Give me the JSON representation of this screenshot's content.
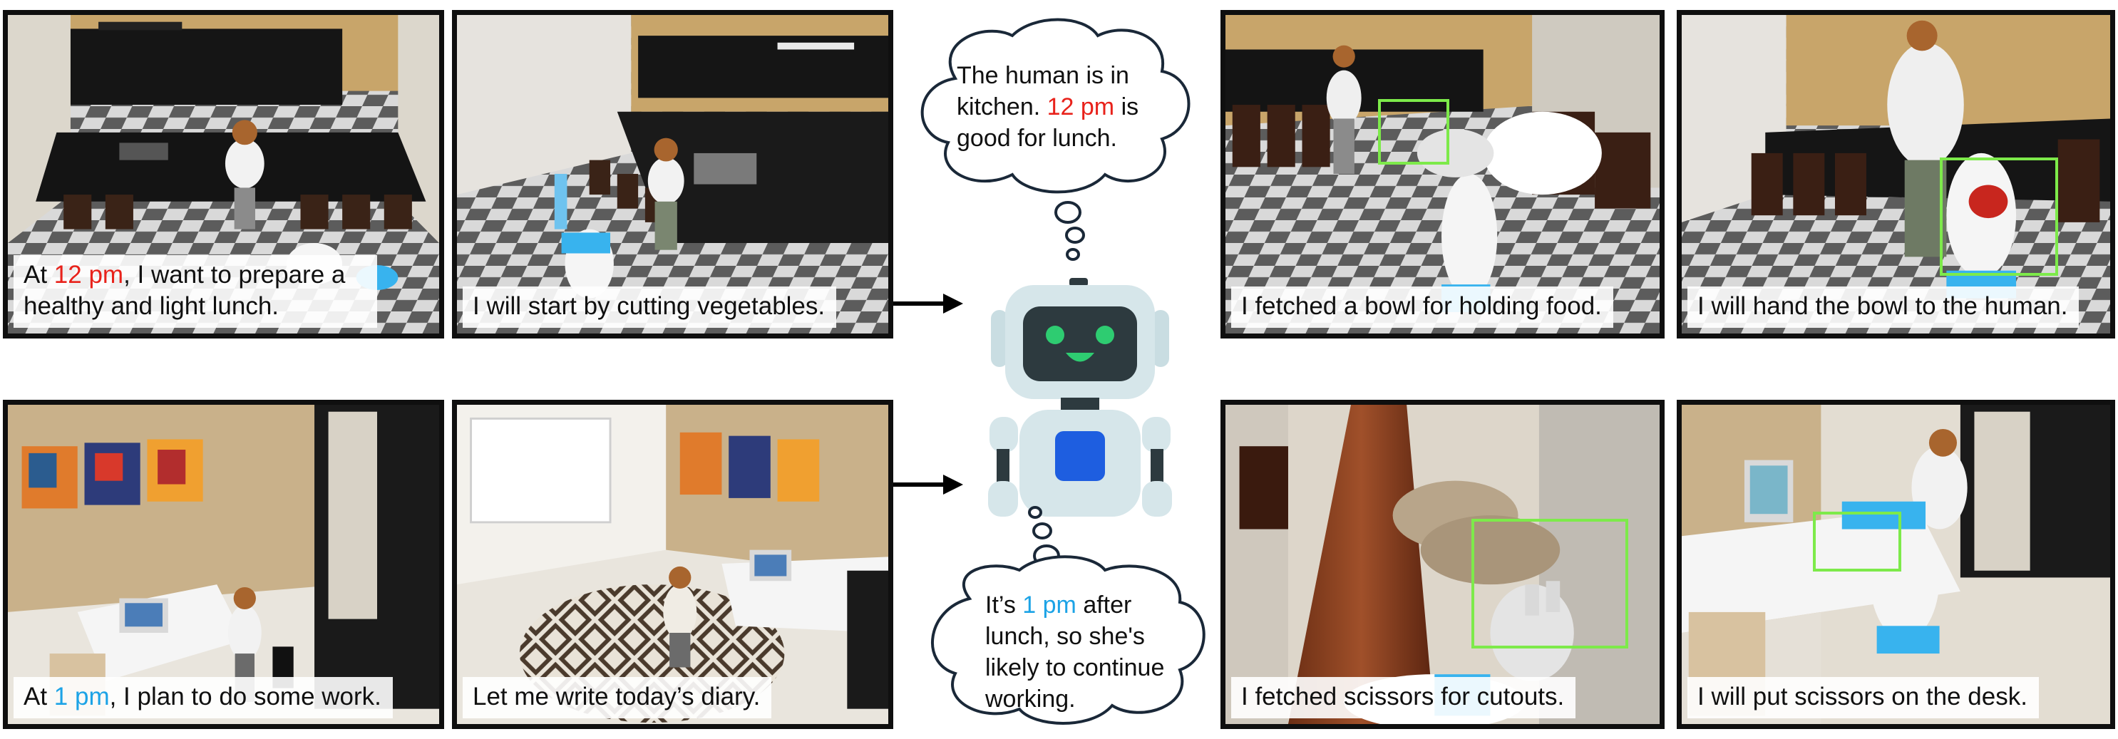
{
  "panels": {
    "p1": {
      "parts": [
        "At ",
        "12 pm",
        ", I want to prepare a",
        "healthy and light lunch."
      ]
    },
    "p2": {
      "caption": "I will start by cutting vegetables."
    },
    "p3": {
      "caption": "I fetched a bowl for holding food."
    },
    "p4": {
      "caption": "I will hand the bowl to the human."
    },
    "p5": {
      "parts": [
        "At ",
        "1 pm",
        ", I plan to do some work."
      ]
    },
    "p6": {
      "caption": "Let me write today’s diary."
    },
    "p7": {
      "caption": "I fetched scissors for cutouts."
    },
    "p8": {
      "caption": "I will put scissors on the desk."
    }
  },
  "thought_top": {
    "line1": "The human is in",
    "line2a": "kitchen. ",
    "line2b": "12 pm",
    "line2c": " is",
    "line3": "good for lunch."
  },
  "thought_bottom": {
    "line1a": "It’s ",
    "line1b": "1 pm",
    "line1c": " after",
    "line2": "lunch, so she's",
    "line3": "likely to continue",
    "line4": "working."
  },
  "colors": {
    "time_red": "#e8221b",
    "time_blue": "#1ca3e6",
    "highlight_box": "#7dea4a",
    "robot_face": "#2d3a3f",
    "robot_eyes": "#2ecc71",
    "robot_chest": "#1e5ee0"
  }
}
